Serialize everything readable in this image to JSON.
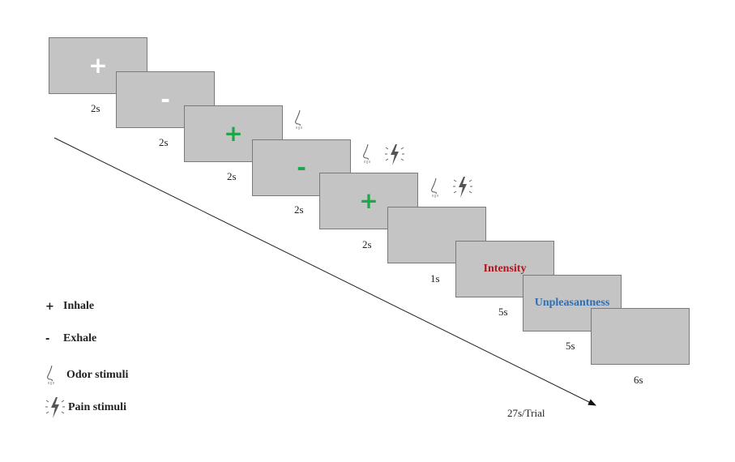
{
  "screens": [
    {
      "symbol": "+",
      "style": "white",
      "duration": "2s"
    },
    {
      "symbol": "-",
      "style": "white",
      "duration": "2s"
    },
    {
      "symbol": "+",
      "style": "green",
      "duration": "2s"
    },
    {
      "symbol": "-",
      "style": "green",
      "duration": "2s"
    },
    {
      "symbol": "+",
      "style": "green",
      "duration": "2s"
    },
    {
      "symbol": "",
      "style": "blank",
      "duration": "1s"
    },
    {
      "symbol": "Intensity",
      "style": "red",
      "duration": "5s"
    },
    {
      "symbol": "Unpleasantness",
      "style": "blue",
      "duration": "5s"
    },
    {
      "symbol": "",
      "style": "blank",
      "duration": "6s"
    }
  ],
  "total_duration": "27s/Trial",
  "legend": {
    "inhale": {
      "symbol": "+",
      "label": "Inhale"
    },
    "exhale": {
      "symbol": "-",
      "label": "Exhale"
    },
    "odor": {
      "icon": "nose-icon",
      "label": "Odor stimuli"
    },
    "pain": {
      "icon": "lightning-icon",
      "label": "Pain stimuli"
    }
  },
  "colors": {
    "screen_bg": "#c4c4c4",
    "green_symbol": "#1fa64a",
    "intensity_red": "#b3141c",
    "unpleasantness_blue": "#2f6fb3"
  }
}
